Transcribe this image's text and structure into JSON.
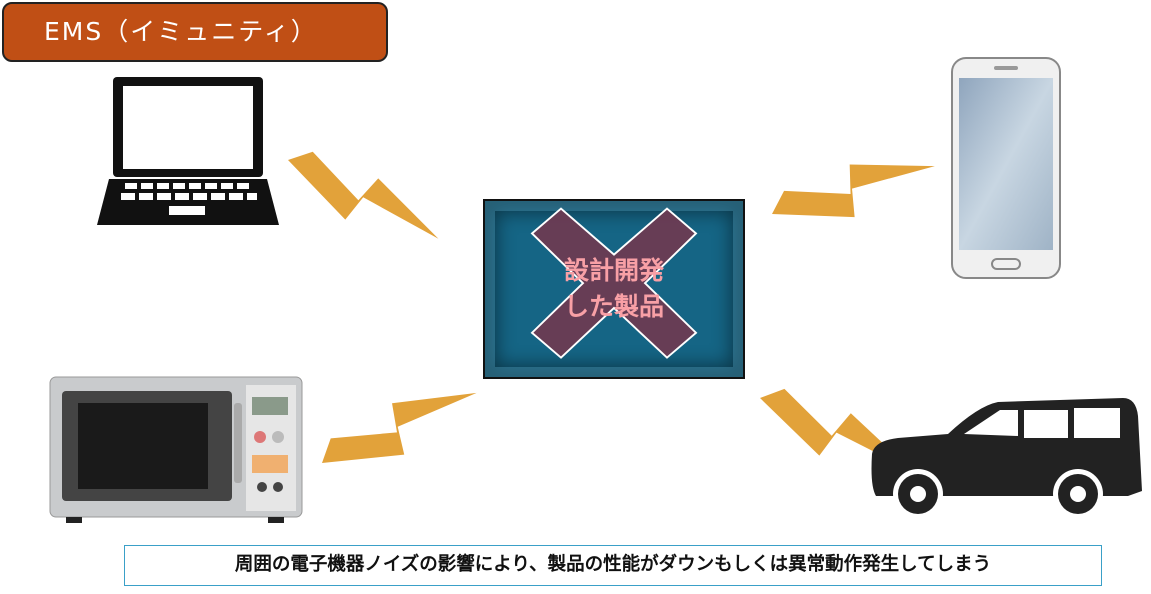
{
  "title": "EMS（イミュニティ）",
  "product": {
    "line1": "設計開発",
    "line2": "した製品"
  },
  "caption": "周囲の電子機器ノイズの影響により、製品の性能がダウンもしくは異常動作発生してしまう",
  "colors": {
    "title_bg": "#c04f15",
    "product_bg": "#156585",
    "bolt": "#e2a23a",
    "xmark": "#6e3a52",
    "caption_border": "#3aa0c8"
  }
}
